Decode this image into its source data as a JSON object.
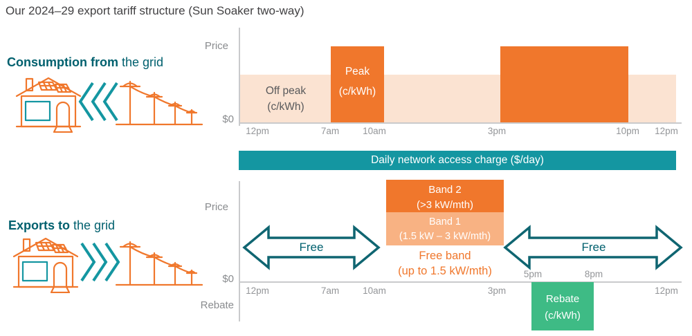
{
  "title": "Our 2024–29 export tariff structure (Sun Soaker two-way)",
  "colors": {
    "orange": "#F0772C",
    "orange_light": "#FBE3D2",
    "orange_mid": "#F8B283",
    "teal": "#1496A1",
    "teal_dark": "#00606E",
    "arrow_teal": "#0F6571",
    "green": "#3EBB85",
    "gray_label": "#898B8E",
    "gray_tick": "#939598",
    "gray_axis": "#C9CACC",
    "text_dark": "#414042",
    "offpeak_text": "#58595B"
  },
  "consumption": {
    "heading_bold": "Consumption from",
    "heading_rest": " the grid",
    "chart": {
      "y_label": "Price",
      "zero_label": "$0",
      "offpeak_line1": "Off peak",
      "offpeak_line2": "(c/kWh)",
      "peak_line1": "Peak",
      "peak_line2": "(c/kWh)",
      "ticks": [
        "12pm",
        "7am",
        "10am",
        "3pm",
        "10pm",
        "12pm"
      ]
    }
  },
  "banner": {
    "label": "Daily network access charge ($/day)"
  },
  "exports": {
    "heading_bold": "Exports to",
    "heading_rest": " the grid",
    "chart": {
      "y_label": "Price",
      "zero_label": "$0",
      "rebate_axis_label": "Rebate",
      "band2_line1": "Band 2",
      "band2_line2": "(>3 kW/mth)",
      "band1_line1": "Band 1",
      "band1_line2": "(1.5 kW – 3 kW/mth)",
      "freeband_line1": "Free band",
      "freeband_line2": "(up to 1.5 kW/mth)",
      "free_left": "Free",
      "free_right": "Free",
      "ticks": [
        "12pm",
        "7am",
        "10am",
        "3pm",
        "12pm"
      ],
      "rebate_ticks": [
        "5pm",
        "8pm"
      ],
      "rebate_line1": "Rebate",
      "rebate_line2": "(c/kWh)"
    }
  },
  "chart_data": [
    {
      "type": "area",
      "title": "Consumption from the grid",
      "ylabel": "Price",
      "y_zero": "$0",
      "x_ticks": [
        "12pm",
        "7am",
        "10am",
        "3pm",
        "10pm",
        "12pm"
      ],
      "bands": [
        {
          "name": "Off peak (c/kWh)",
          "span": "all day",
          "level": "low"
        },
        {
          "name": "Peak (c/kWh)",
          "spans": [
            "7am–10am",
            "3pm–10pm"
          ],
          "level": "high"
        }
      ]
    },
    {
      "type": "area",
      "title": "Exports to the grid",
      "ylabel": "Price",
      "y_zero": "$0",
      "x_ticks": [
        "12pm",
        "7am",
        "10am",
        "3pm",
        "12pm"
      ],
      "bands": [
        {
          "name": "Free",
          "spans": [
            "12pm–10am",
            "3pm–12pm"
          ]
        },
        {
          "name": "Free band (up to 1.5 kW/mth)",
          "span": "10am–3pm",
          "level": "zero"
        },
        {
          "name": "Band 1 (1.5 kW – 3 kW/mth)",
          "span": "10am–3pm",
          "level": "mid"
        },
        {
          "name": "Band 2 (>3 kW/mth)",
          "span": "10am–3pm",
          "level": "high"
        },
        {
          "name": "Rebate (c/kWh)",
          "span": "5pm–8pm",
          "level": "below zero"
        }
      ]
    }
  ]
}
